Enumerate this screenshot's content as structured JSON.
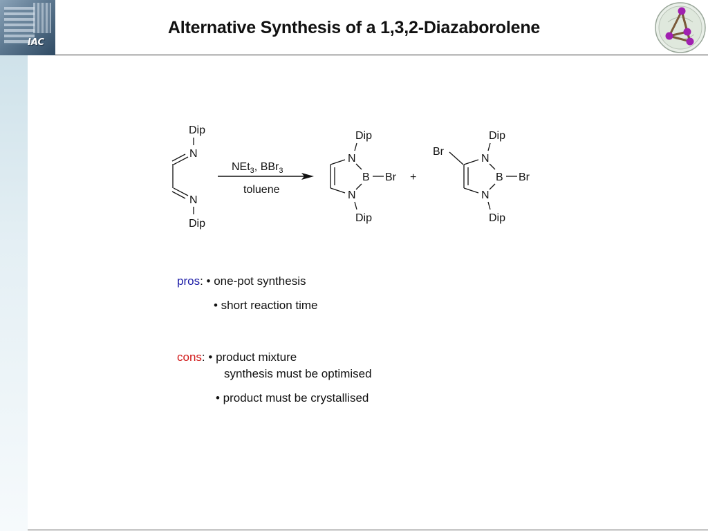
{
  "header": {
    "title": "Alternative Synthesis of a 1,3,2-Diazaborolene",
    "logo_text": "IAC"
  },
  "scheme": {
    "reagents": {
      "net": "NEt",
      "net_sub": "3",
      "sep": ", BBr",
      "bbr_sub": "3"
    },
    "solvent": "toluene",
    "plus": "+",
    "labels": {
      "dip": "Dip",
      "n": "N",
      "b": "B",
      "br": "Br"
    }
  },
  "notes": {
    "pros": {
      "keyword": "pros",
      "colon": ":",
      "items": [
        "• one-pot synthesis",
        "• short reaction time"
      ]
    },
    "cons": {
      "keyword": "cons",
      "colon": ":",
      "items": [
        "• product mixture",
        "synthesis must be optimised",
        "• product must be crystallised"
      ]
    }
  },
  "colors": {
    "pros": "#1a1aa6",
    "cons": "#d11919",
    "strip": "#cfe2ea",
    "atom": "#a020b0"
  }
}
